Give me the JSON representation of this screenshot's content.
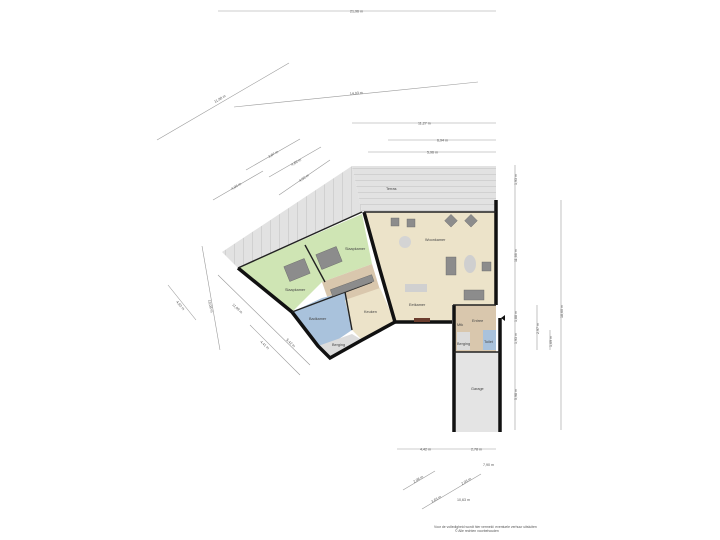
{
  "rooms": {
    "terrace": "Terras",
    "living": "Woonkamer",
    "dining": "Eetkamer",
    "bedroom1": "Slaapkamer",
    "bedroom2": "Slaapkamer",
    "bathroom": "Badkamer",
    "kitchen": "Keuken",
    "storage": "Berging",
    "entrance": "Entree",
    "toilet": "Toilet",
    "storage2": "Berging",
    "garage": "Garage",
    "meter": "Mtk"
  },
  "dimensions": {
    "top_total": "21,96 m",
    "diag_left_long": "11,88 m",
    "diag_long": "14,93 m",
    "top_11": "11,27 m",
    "top_6a": "6,94 m",
    "top_6b": "5,96 m",
    "diag_a": "3,87 m",
    "diag_b": "4,66 m",
    "diag_c": "4,50 m",
    "diag_d": "4,93 m",
    "left_1": "10,06 m",
    "left_2": "4,82 m",
    "left_3": "11,09 m",
    "left_4": "5,42 m",
    "left_5": "4,41 m",
    "right_1": "1,93 m",
    "right_2": "11,66 m",
    "right_3": "1,88 m",
    "right_4": "1,93 m",
    "right_5": "5,98 m",
    "right_6": "2,97 m",
    "right_7": "1,69 m",
    "right_total": "18,60 m",
    "bottom_a": "4,42 m",
    "bottom_b": "2,78 m",
    "bottom_c": "7,90 m",
    "bottom_d": "2,98 m",
    "bottom_e": "3,63 m",
    "bottom_f": "2,93 m",
    "bottom_g": "10,63 m"
  },
  "footer": {
    "line1": "Voor de volledigheid wordt hier vermeld: eventuele verhuur uitsluiten",
    "line2": "© Alle rechten voorbehouden"
  },
  "colors": {
    "living": "#ece3c9",
    "bedroom": "#cfe5b4",
    "bathroom": "#a9c2dc",
    "hall": "#d9c7ad",
    "storage": "#dcdcdc",
    "terrace": "#d6d6d6",
    "wall": "#111111"
  }
}
